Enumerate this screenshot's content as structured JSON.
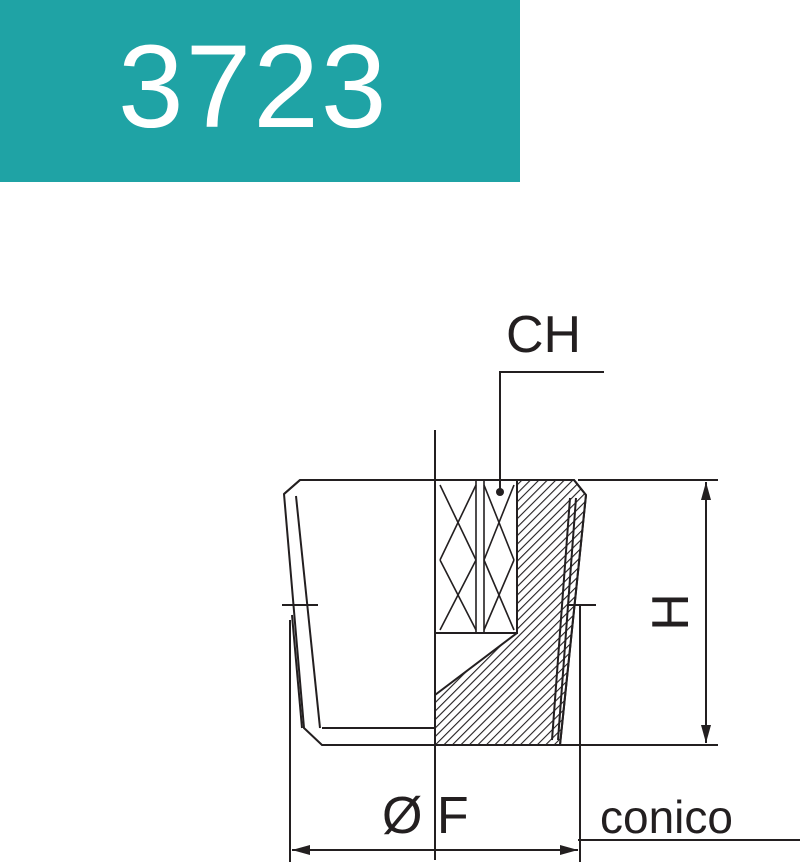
{
  "product_code": "3723",
  "colors": {
    "banner": "#1fa3a5",
    "banner_text": "#ffffff",
    "line": "#231f20"
  },
  "labels": {
    "hex": "CH",
    "height": "H",
    "diameter": "Ø F",
    "thread_note": "conico"
  }
}
